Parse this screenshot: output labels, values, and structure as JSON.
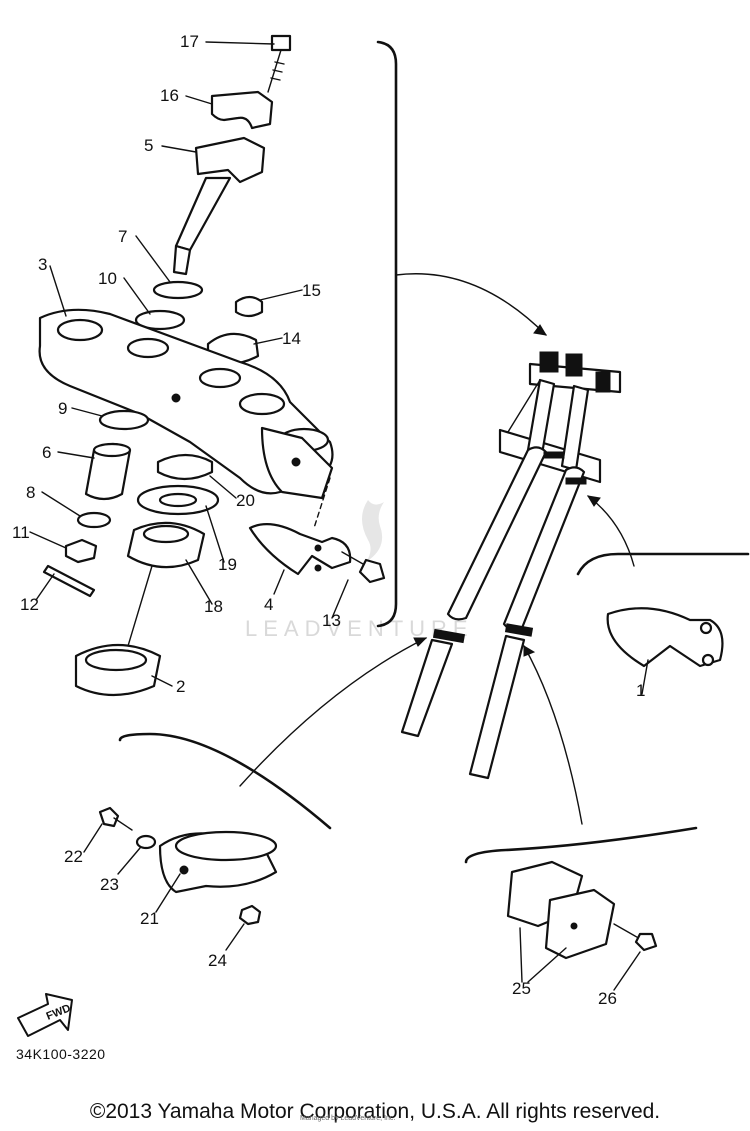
{
  "parts": [
    {
      "id": "17",
      "label": "17"
    },
    {
      "id": "16",
      "label": "16"
    },
    {
      "id": "5",
      "label": "5"
    },
    {
      "id": "7",
      "label": "7"
    },
    {
      "id": "3",
      "label": "3"
    },
    {
      "id": "10",
      "label": "10"
    },
    {
      "id": "15",
      "label": "15"
    },
    {
      "id": "14",
      "label": "14"
    },
    {
      "id": "9",
      "label": "9"
    },
    {
      "id": "6",
      "label": "6"
    },
    {
      "id": "8",
      "label": "8"
    },
    {
      "id": "20",
      "label": "20"
    },
    {
      "id": "11",
      "label": "11"
    },
    {
      "id": "19",
      "label": "19"
    },
    {
      "id": "12",
      "label": "12"
    },
    {
      "id": "18",
      "label": "18"
    },
    {
      "id": "4",
      "label": "4"
    },
    {
      "id": "13",
      "label": "13"
    },
    {
      "id": "2",
      "label": "2"
    },
    {
      "id": "1",
      "label": "1"
    },
    {
      "id": "22",
      "label": "22"
    },
    {
      "id": "23",
      "label": "23"
    },
    {
      "id": "21",
      "label": "21"
    },
    {
      "id": "24",
      "label": "24"
    },
    {
      "id": "25",
      "label": "25"
    },
    {
      "id": "26",
      "label": "26"
    }
  ],
  "fwd_label": "FWD",
  "watermark": "LEADVENTURE",
  "doc_code": "34K100-3220",
  "copyright": "©2013 Yamaha Motor Corporation, U.S.A. All rights reserved.",
  "credit": "Managed by LeadVenture, Inc."
}
